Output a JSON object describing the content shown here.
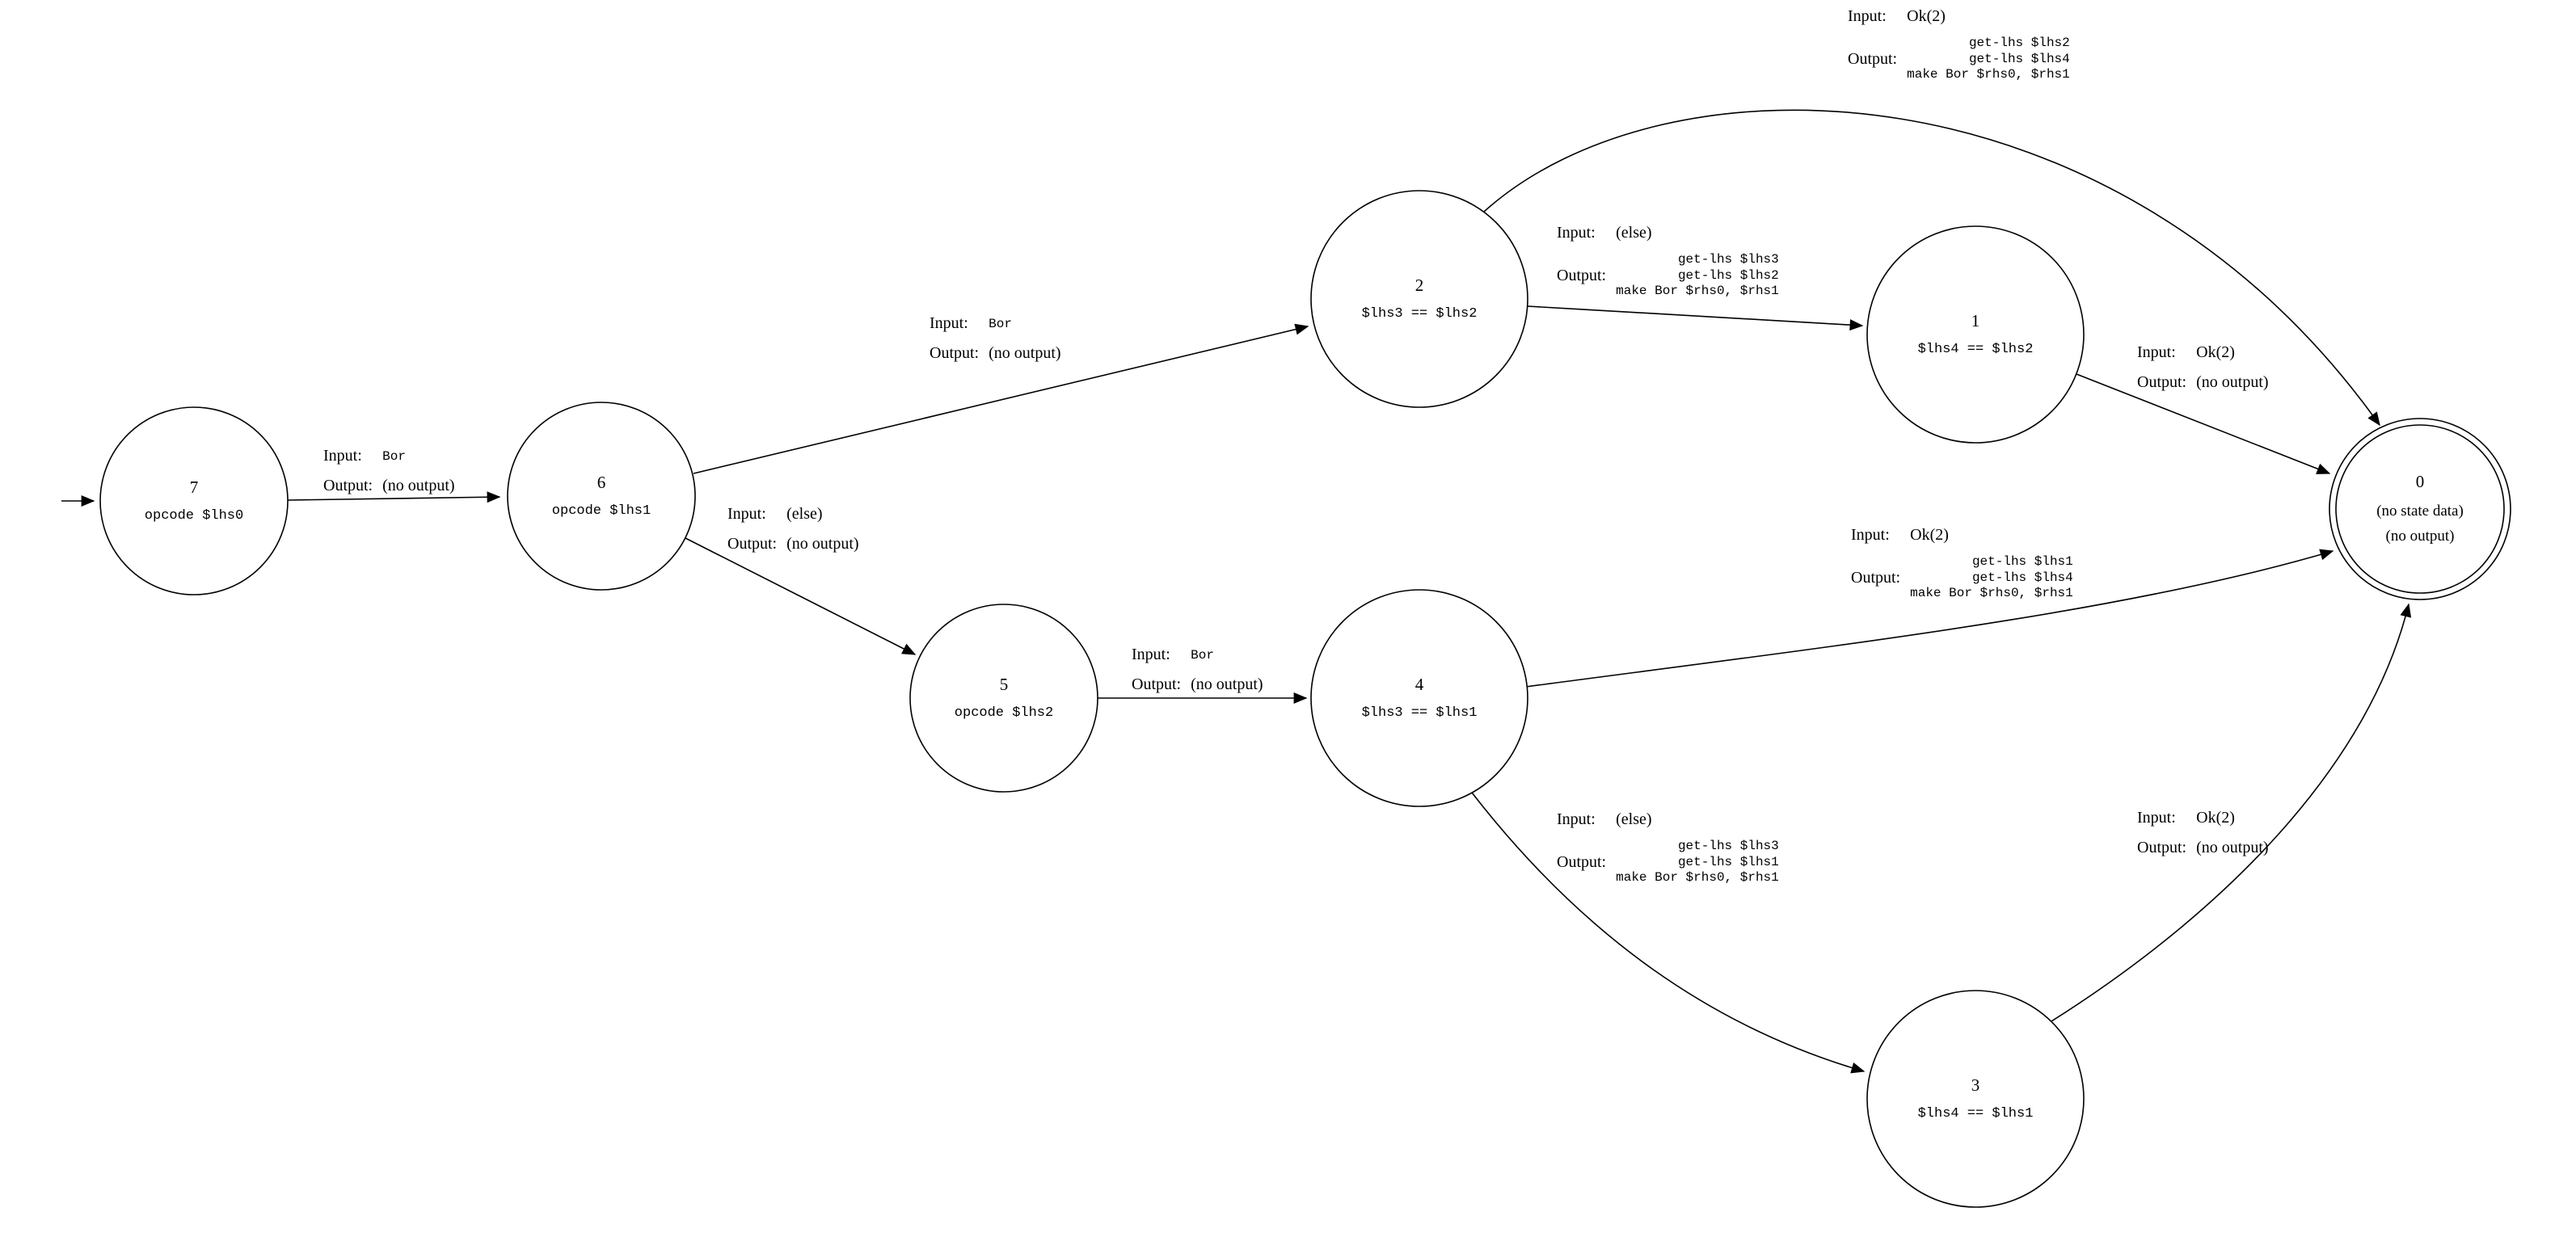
{
  "diagram": {
    "kind": "state-machine",
    "labels": {
      "input_key": "Input:",
      "output_key": "Output:"
    },
    "states": {
      "s7": {
        "id": "7",
        "desc": "opcode $lhs0"
      },
      "s6": {
        "id": "6",
        "desc": "opcode $lhs1"
      },
      "s5": {
        "id": "5",
        "desc": "opcode $lhs2"
      },
      "s2": {
        "id": "2",
        "desc": "$lhs3 == $lhs2"
      },
      "s4": {
        "id": "4",
        "desc": "$lhs3 == $lhs1"
      },
      "s1": {
        "id": "1",
        "desc": "$lhs4 == $lhs2"
      },
      "s3": {
        "id": "3",
        "desc": "$lhs4 == $lhs1"
      },
      "s0": {
        "id": "0",
        "desc": "(no state data)",
        "desc2": "(no output)"
      }
    },
    "transitions": {
      "t76": {
        "from": "7",
        "to": "6",
        "input": "Bor",
        "output": "(no output)"
      },
      "t62": {
        "from": "6",
        "to": "2",
        "input": "Bor",
        "output": "(no output)"
      },
      "t65": {
        "from": "6",
        "to": "5",
        "input": "(else)",
        "output": "(no output)"
      },
      "t54": {
        "from": "5",
        "to": "4",
        "input": "Bor",
        "output": "(no output)"
      },
      "t20": {
        "from": "2",
        "to": "0",
        "input": "Ok(2)",
        "output_lines": [
          "get-lhs $lhs2",
          "get-lhs $lhs4",
          "make Bor $rhs0, $rhs1"
        ]
      },
      "t21": {
        "from": "2",
        "to": "1",
        "input": "(else)",
        "output_lines": [
          "get-lhs $lhs3",
          "get-lhs $lhs2",
          "make Bor $rhs0, $rhs1"
        ]
      },
      "t10": {
        "from": "1",
        "to": "0",
        "input": "Ok(2)",
        "output": "(no output)"
      },
      "t40": {
        "from": "4",
        "to": "0",
        "input": "Ok(2)",
        "output_lines": [
          "get-lhs $lhs1",
          "get-lhs $lhs4",
          "make Bor $rhs0, $rhs1"
        ]
      },
      "t43": {
        "from": "4",
        "to": "3",
        "input": "(else)",
        "output_lines": [
          "get-lhs $lhs3",
          "get-lhs $lhs1",
          "make Bor $rhs0, $rhs1"
        ]
      },
      "t30": {
        "from": "3",
        "to": "0",
        "input": "Ok(2)",
        "output": "(no output)"
      }
    }
  }
}
